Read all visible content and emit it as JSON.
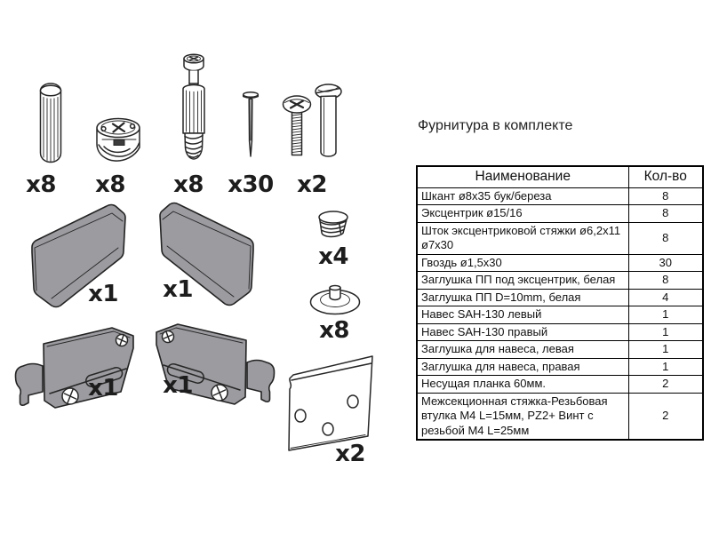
{
  "title": "Фурнитура в комплекте",
  "colors": {
    "part_gray": "#9b9ba0",
    "outline": "#262626"
  },
  "items": [
    {
      "icon": "dowel-illustration",
      "label": "x8"
    },
    {
      "icon": "cam-lock-illustration",
      "label": "x8"
    },
    {
      "icon": "cam-bolt-illustration",
      "label": "x8"
    },
    {
      "icon": "nail-illustration",
      "label": "x30"
    },
    {
      "icon": "screw-and-sleeve-illustration",
      "label": "x2"
    },
    {
      "icon": "hanger-cover-left-illustration",
      "label": "x1"
    },
    {
      "icon": "hanger-cover-right-illustration",
      "label": "x1"
    },
    {
      "icon": "plug-d10-illustration",
      "label": "x4"
    },
    {
      "icon": "cam-cover-cap-illustration",
      "label": "x8"
    },
    {
      "icon": "hanger-left-illustration",
      "label": "x1"
    },
    {
      "icon": "hanger-right-illustration",
      "label": "x1"
    },
    {
      "icon": "mounting-plate-illustration",
      "label": "x2"
    }
  ],
  "table": {
    "headers": {
      "name": "Наименование",
      "qty": "Кол-во"
    },
    "rows": [
      {
        "name": "Шкант ø8x35 бук/береза",
        "qty": "8"
      },
      {
        "name": "Эксцентрик ø15/16",
        "qty": "8"
      },
      {
        "name": "Шток эксцентриковой стяжки ø6,2x11 ø7x30",
        "qty": "8"
      },
      {
        "name": "Гвоздь ø1,5x30",
        "qty": "30"
      },
      {
        "name": "Заглушка ПП под эксцентрик, белая",
        "qty": "8"
      },
      {
        "name": "Заглушка ПП D=10mm, белая",
        "qty": "4"
      },
      {
        "name": "Навес SAH-130 левый",
        "qty": "1"
      },
      {
        "name": "Навес SAH-130 правый",
        "qty": "1"
      },
      {
        "name": "Заглушка для навеса, левая",
        "qty": "1"
      },
      {
        "name": "Заглушка для навеса, правая",
        "qty": "1"
      },
      {
        "name": "Несущая планка 60мм.",
        "qty": "2"
      },
      {
        "name": "Межсекционная стяжка-Резьбовая втулка М4 L=15мм, PZ2+ Винт с резьбой М4 L=25мм",
        "qty": "2"
      }
    ]
  }
}
